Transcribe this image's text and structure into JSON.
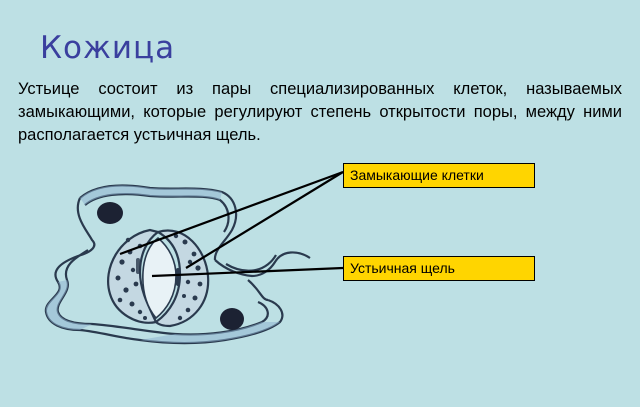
{
  "slide": {
    "title": "Кожица",
    "text": "Устьице состоит из пары специализированных клеток, называемых замыкающими, которые регулируют степень открытости поры, между ними располагается устьичная щель."
  },
  "labels": {
    "guard_cells": "Замыкающие клетки",
    "stomatal_pore": "Устьичная щель"
  },
  "colors": {
    "background": "#bde0e4",
    "title": "#3a3f9e",
    "label_fill": "#ffd500",
    "cell_fill": "#c4d8e2",
    "cell_stroke": "#2a3a4e"
  }
}
